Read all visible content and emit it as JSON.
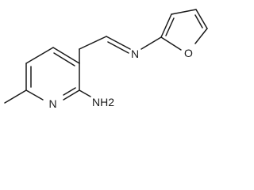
{
  "molecule": {
    "atoms": {
      "ring_n": "N",
      "amine": "NH2",
      "imine_n": "N",
      "furan_o": "O"
    }
  }
}
